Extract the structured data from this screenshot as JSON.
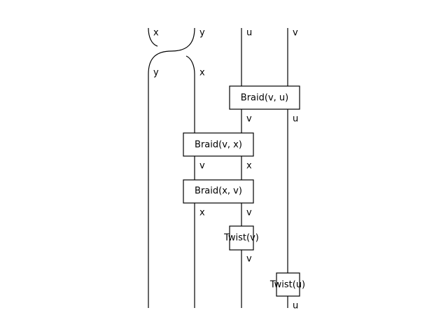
{
  "braid_top": {
    "labels_in": [
      "x",
      "y"
    ],
    "labels_out": [
      "y",
      "x"
    ]
  },
  "top_labels": [
    "u",
    "v"
  ],
  "boxes": [
    {
      "label": "Braid(v, u)",
      "out_labels": [
        "v",
        "u"
      ]
    },
    {
      "label": "Braid(v, x)",
      "out_labels": [
        "v",
        "x"
      ]
    },
    {
      "label": "Braid(x, v)",
      "out_labels": [
        "x",
        "v"
      ]
    },
    {
      "label": "Twist(v)",
      "out_labels": [
        "v"
      ]
    },
    {
      "label": "Twist(u)",
      "out_labels": [
        "u"
      ]
    }
  ]
}
